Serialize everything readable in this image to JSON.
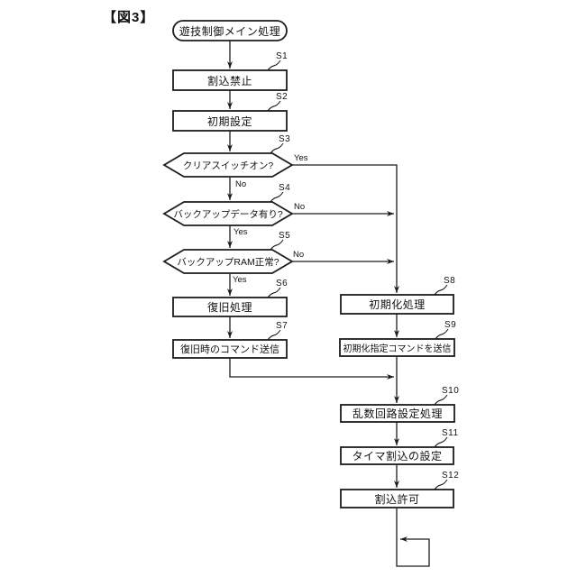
{
  "figure_label": "【図3】",
  "flowchart": {
    "start_label": "遊技制御メイン処理",
    "steps": [
      {
        "id": "S1",
        "label": "割込禁止",
        "type": "process"
      },
      {
        "id": "S2",
        "label": "初期設定",
        "type": "process"
      },
      {
        "id": "S3",
        "label": "クリアスイッチオン?",
        "type": "decision",
        "yes": "Yes",
        "no": "No"
      },
      {
        "id": "S4",
        "label": "バックアップデータ有り?",
        "type": "decision",
        "yes": "Yes",
        "no": "No"
      },
      {
        "id": "S5",
        "label": "バックアップRAM正常?",
        "type": "decision",
        "yes": "Yes",
        "no": "No"
      },
      {
        "id": "S6",
        "label": "復旧処理",
        "type": "process"
      },
      {
        "id": "S7",
        "label": "復旧時のコマンド送信",
        "type": "process"
      },
      {
        "id": "S8",
        "label": "初期化処理",
        "type": "process"
      },
      {
        "id": "S9",
        "label": "初期化指定コマンドを送信",
        "type": "process"
      },
      {
        "id": "S10",
        "label": "乱数回路設定処理",
        "type": "process"
      },
      {
        "id": "S11",
        "label": "タイマ割込の設定",
        "type": "process"
      },
      {
        "id": "S12",
        "label": "割込許可",
        "type": "process"
      }
    ],
    "colors": {
      "line": "#1c1c1c",
      "background": "#ffffff"
    }
  }
}
